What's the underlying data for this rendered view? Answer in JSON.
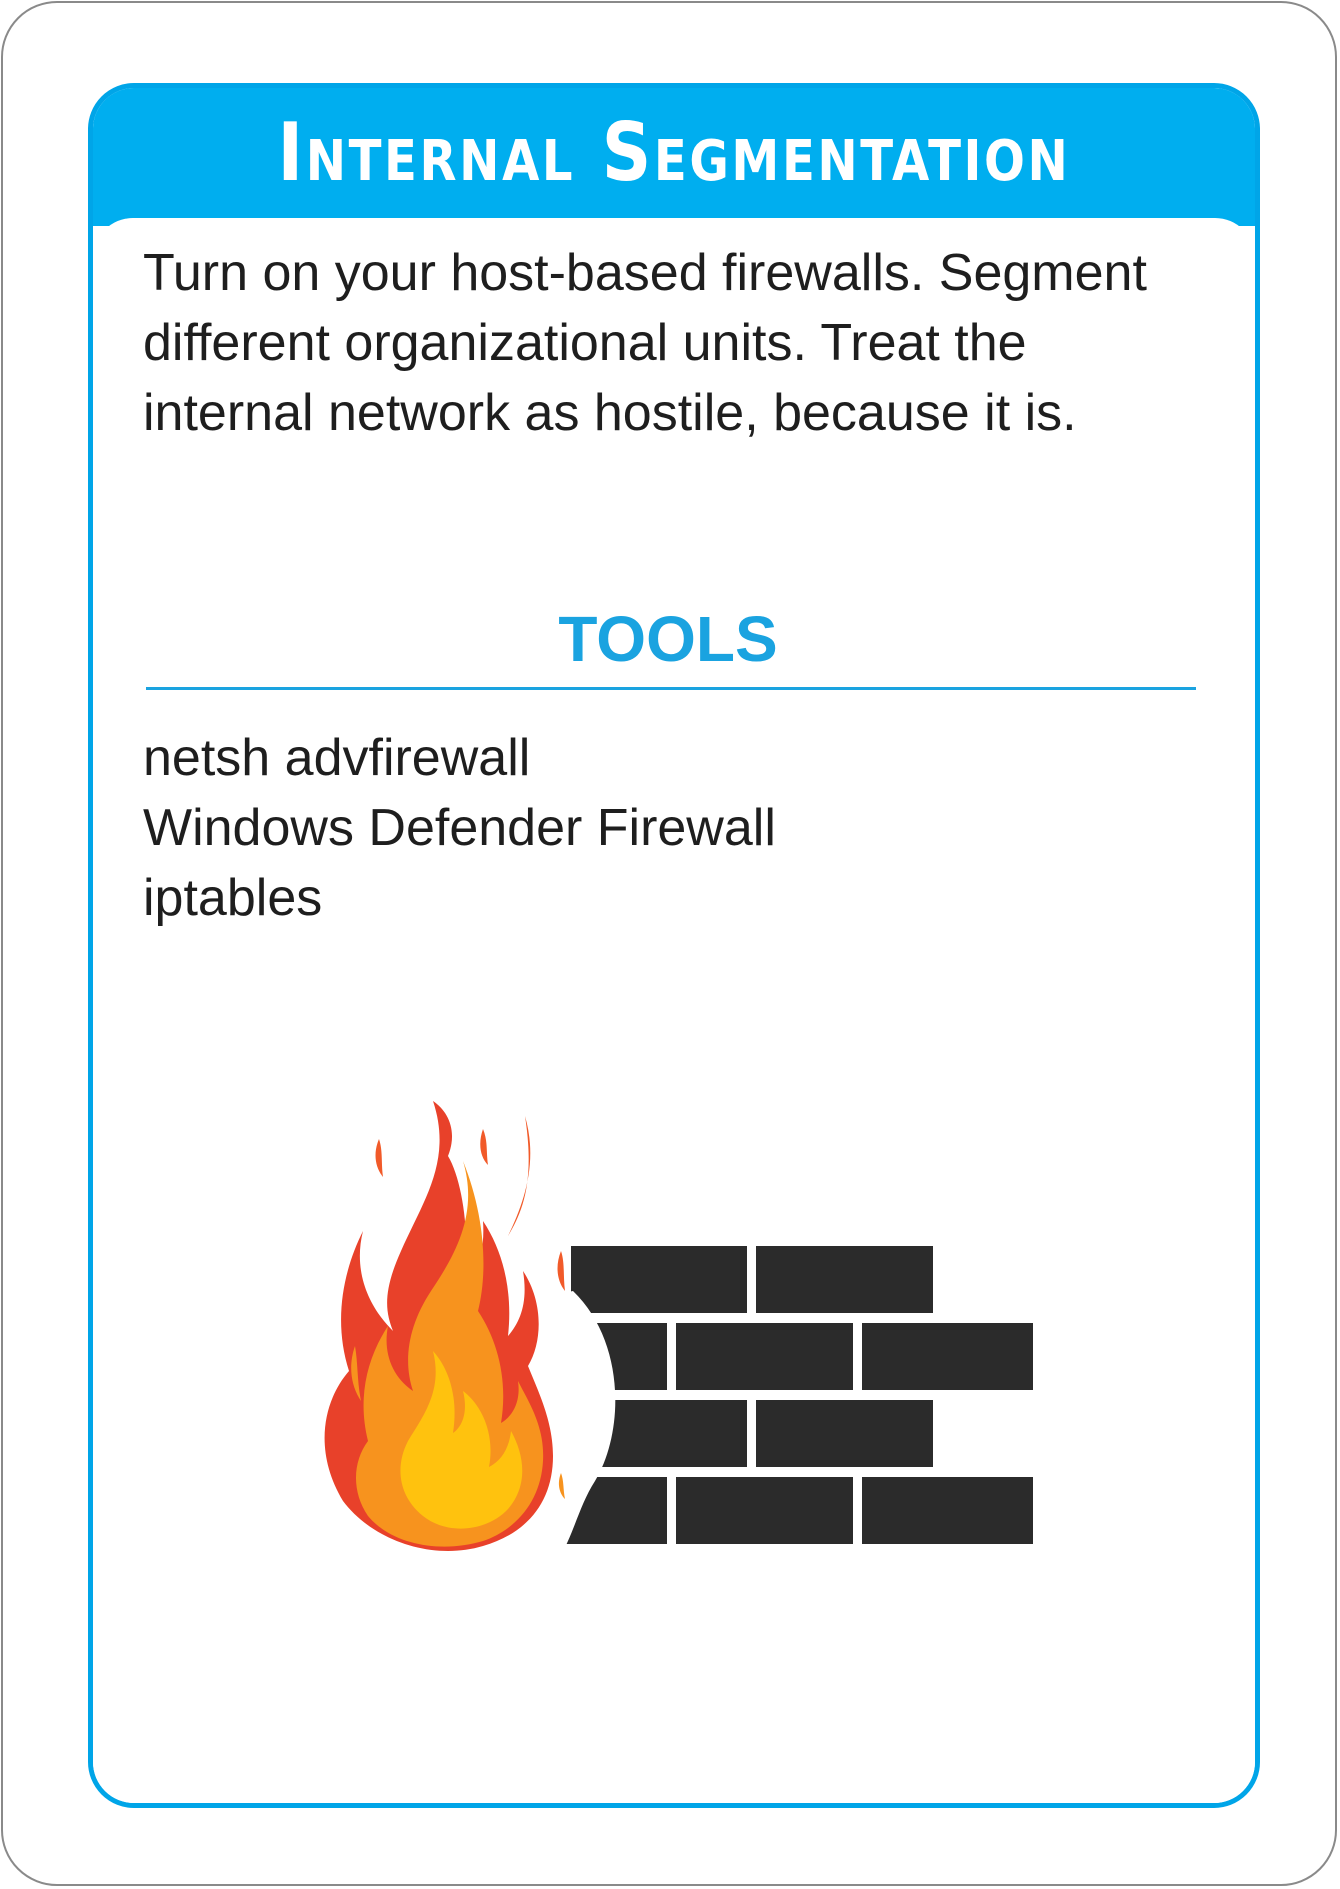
{
  "card": {
    "title": "Internal Segmentation",
    "description": "Turn on your host-based firewalls. Segment different organizational units. Treat the internal network as hostile, because it is.",
    "tools_heading": "TOOLS",
    "tools": [
      "netsh advfirewall",
      "Windows Defender Firewall",
      "iptables"
    ],
    "illustration_icon": "firewall-icon"
  },
  "colors": {
    "accent": "#00aeef",
    "card_border": "#8a8a8a",
    "text": "#1e1e1e",
    "brick": "#2b2b2b",
    "flame_red": "#e8412a",
    "flame_orange": "#f7931e",
    "flame_yellow": "#ffc20e"
  }
}
